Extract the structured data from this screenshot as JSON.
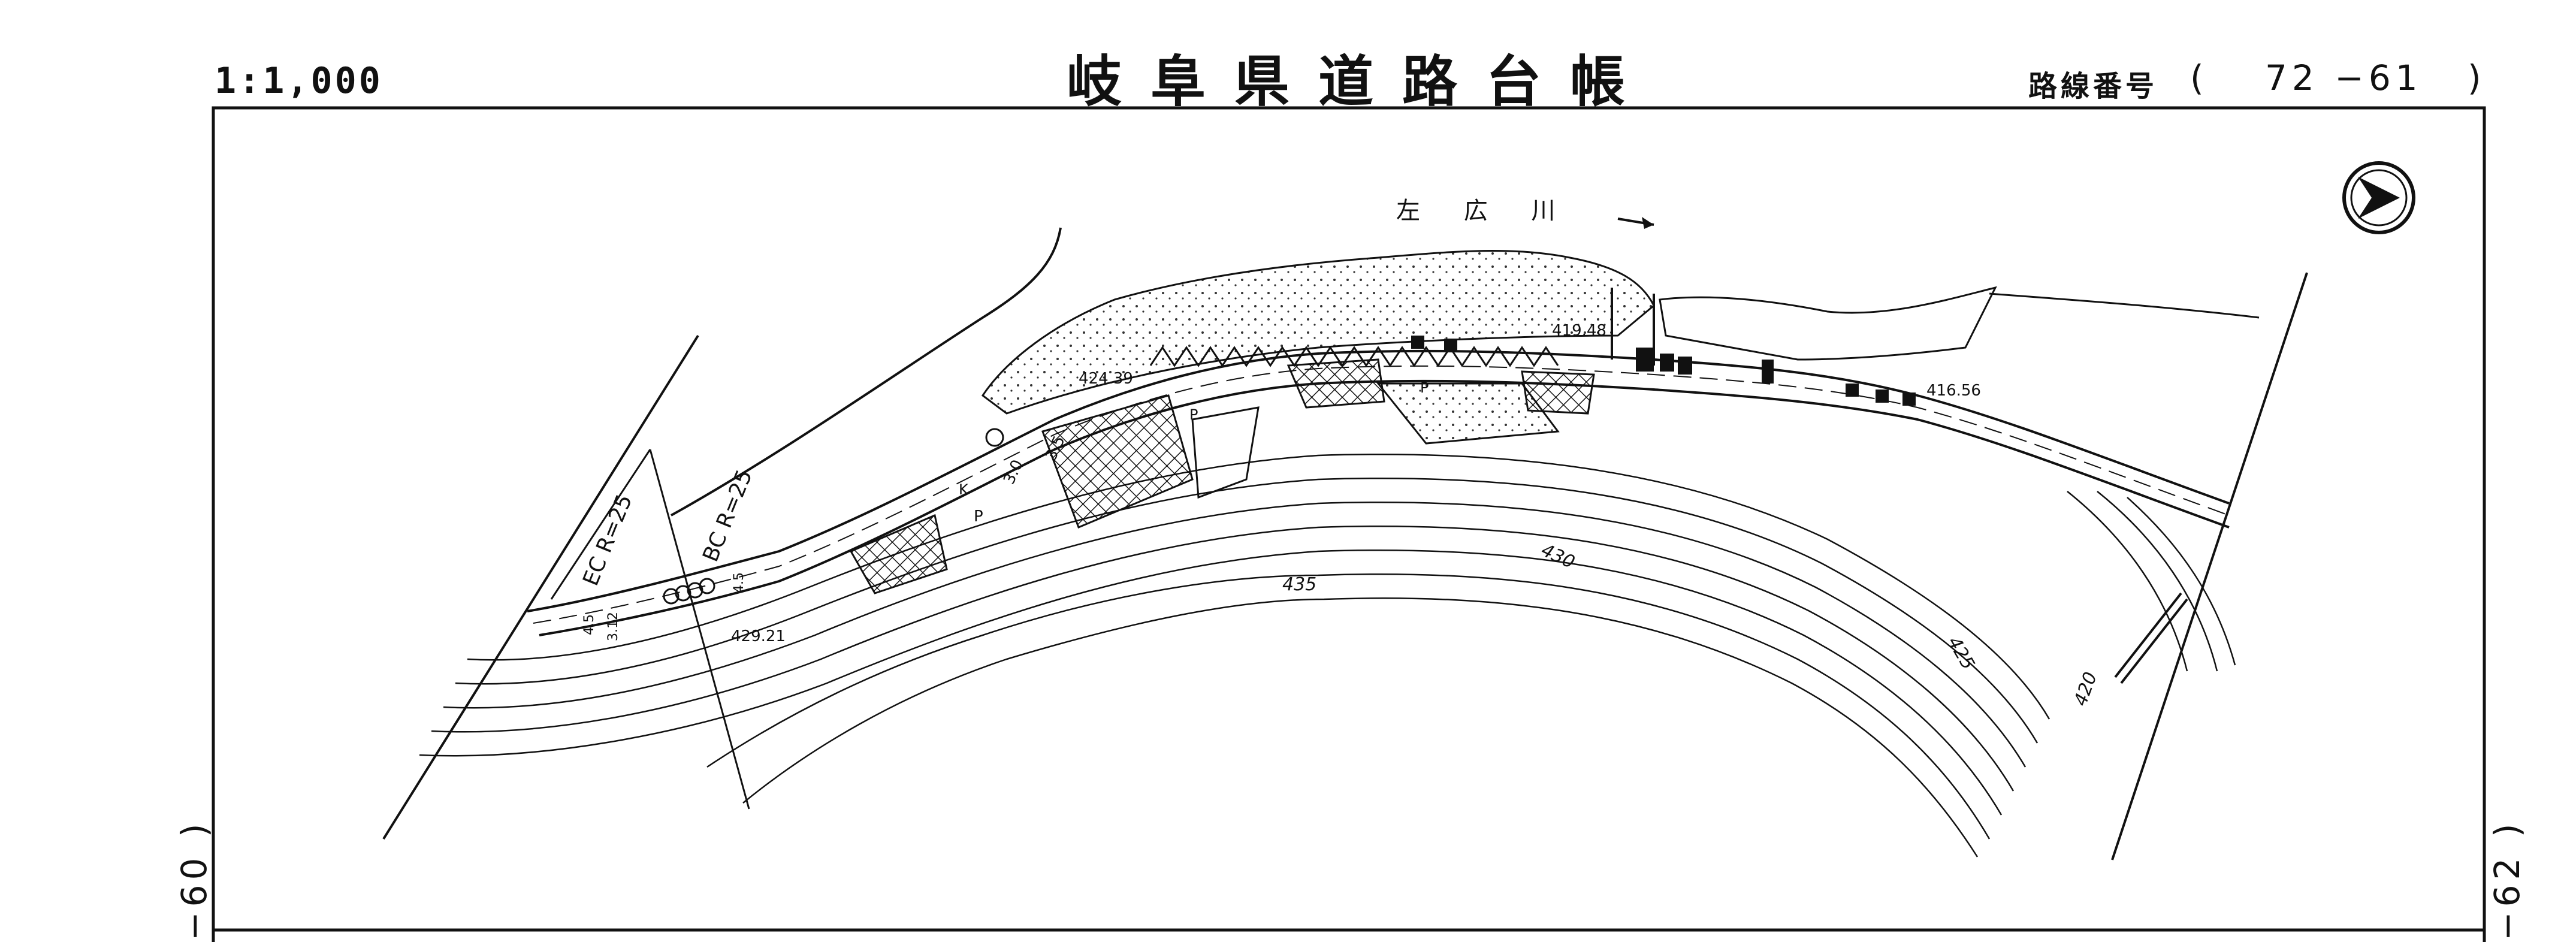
{
  "header": {
    "scale": "1:1,000",
    "title": "岐阜県道路台帳",
    "route_label": "路線番号",
    "route_open": "(",
    "route_number": "72 −61",
    "route_close": ")"
  },
  "adjacent_sheets": {
    "left": "−60 )",
    "right": "−62 )"
  },
  "map": {
    "river_label": "左 広 川",
    "curve_labels": {
      "ec": "EC R=25",
      "bc": "BC R=25"
    },
    "elevations": [
      "424.39",
      "419.48",
      "416.56",
      "429.21"
    ],
    "contour_labels": [
      "435",
      "430",
      "425",
      "420"
    ],
    "road_widths": [
      "3.0",
      "3.5",
      "4.5",
      "3.12",
      "4.5"
    ],
    "symbols": [
      "P",
      "P",
      "P",
      "K"
    ],
    "north_arrow": "north-arrow-icon"
  }
}
